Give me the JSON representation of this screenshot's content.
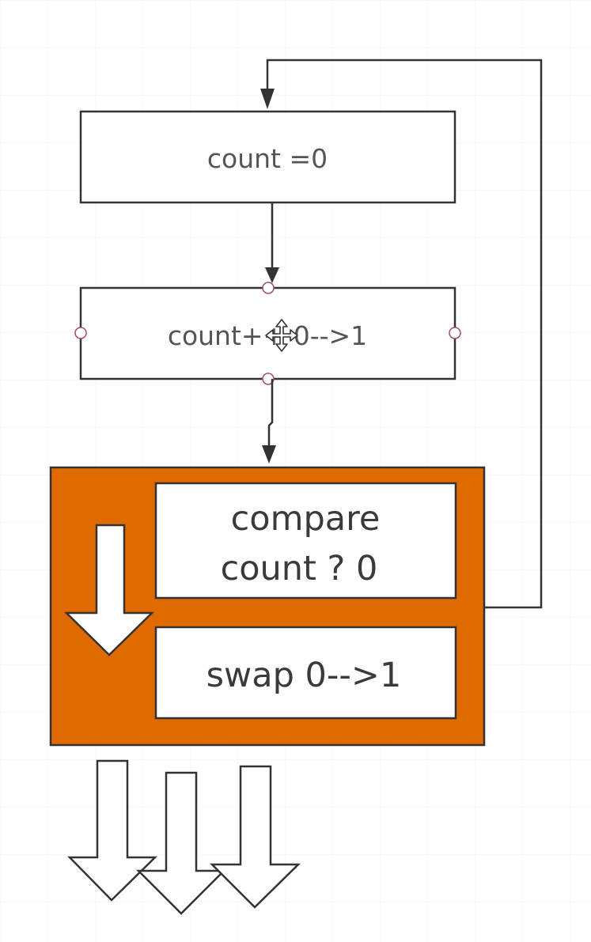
{
  "diagram": {
    "nodes": {
      "init": {
        "label": "count =0"
      },
      "increment": {
        "label": "count++ 0-->1"
      },
      "cas": {
        "compare_line1": "compare",
        "compare_line2": "count ? 0",
        "swap": "swap 0-->1"
      }
    },
    "colors": {
      "accent": "#e06a00",
      "stroke": "#333333",
      "text": "#555555",
      "handle": "#a05060"
    },
    "icons": {
      "move_cursor": "move-cursor-icon",
      "down_arrow": "down-arrow-icon"
    }
  }
}
